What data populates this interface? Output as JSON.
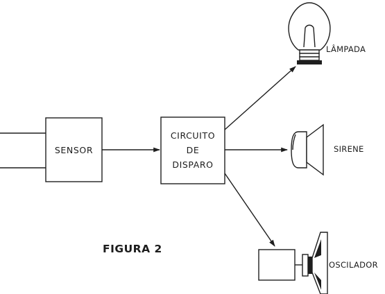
{
  "blocks": {
    "sensor": "SENSOR",
    "trigger_line1": "CIRCUITO",
    "trigger_line2": "DE",
    "trigger_line3": "DISPARO"
  },
  "outputs": {
    "lamp": "LÂMPADA",
    "siren": "SIRENE",
    "oscillator": "OSCILADOR"
  },
  "caption": "FIGURA 2"
}
